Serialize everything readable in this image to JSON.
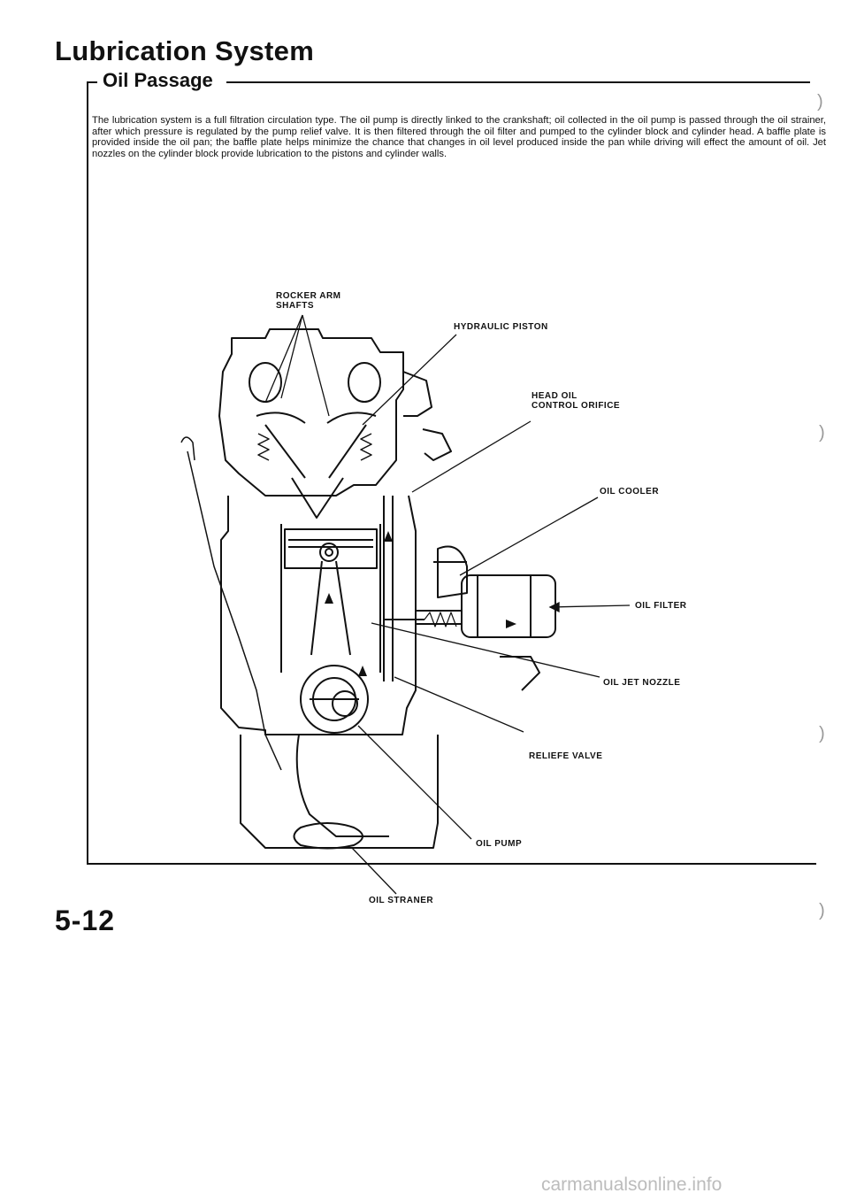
{
  "header": {
    "title": "Lubrication System",
    "section": "Oil Passage"
  },
  "intro": "The lubrication system is a full filtration circulation type. The oil pump is directly linked to the crankshaft; oil collected in the oil pump is passed through the oil strainer, after which pressure is regulated by the pump relief valve. It is then filtered through the oil filter and pumped to the cylinder block and cylinder head. A baffle plate is provided inside the oil pan; the baffle plate helps minimize the chance that changes in oil level produced inside the pan while driving will effect the amount of oil. Jet nozzles on the cylinder block provide lubrication to the pistons and cylinder walls.",
  "labels": {
    "rocker_arm_shafts": "ROCKER ARM\nSHAFTS",
    "hydraulic_piston": "HYDRAULIC PISTON",
    "head_oil_control_orifice": "HEAD OIL\nCONTROL ORIFICE",
    "oil_cooler": "OIL COOLER",
    "oil_filter": "OIL FILTER",
    "oil_jet_nozzle": "OIL JET NOZZLE",
    "relief_valve": "RELIEFE VALVE",
    "oil_pump": "OIL PUMP",
    "oil_strainer": "OIL STRANER"
  },
  "footer": {
    "page_number": "5-12",
    "watermark": "carmanualsonline.info"
  }
}
